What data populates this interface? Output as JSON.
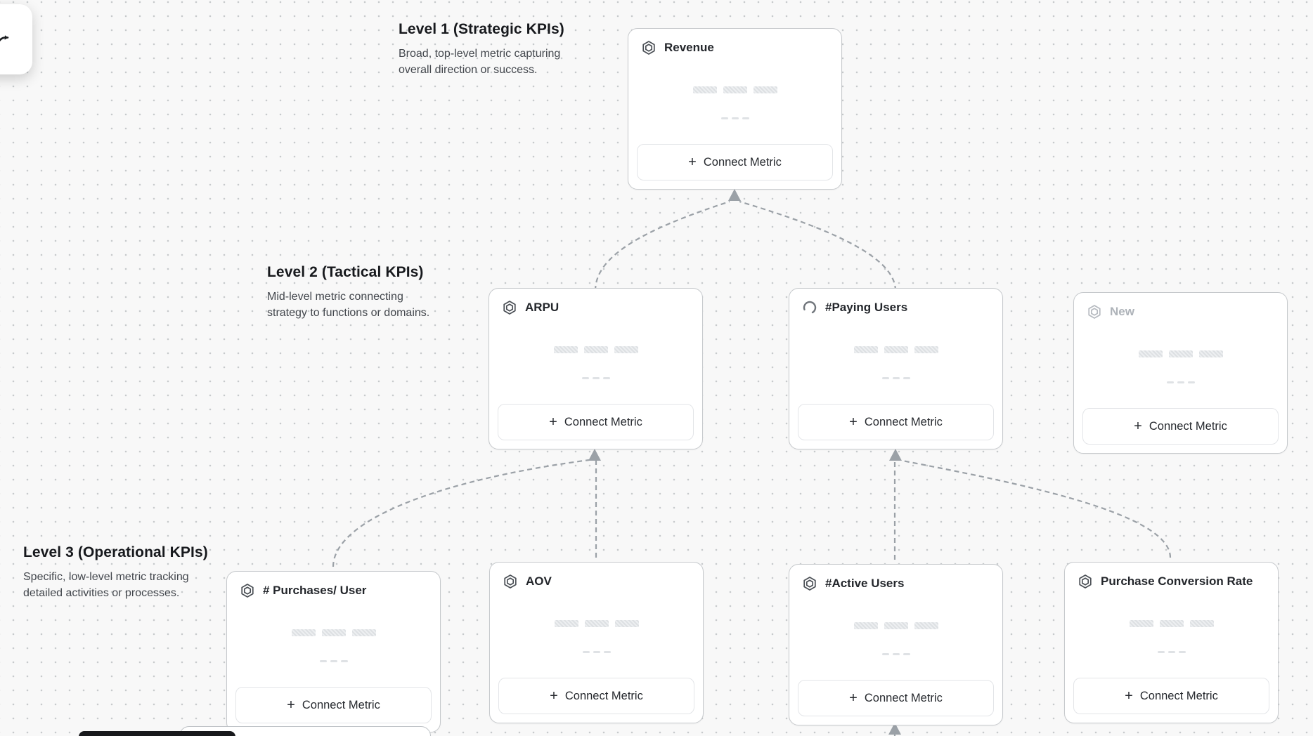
{
  "levels": [
    {
      "title": "Level 1 (Strategic KPIs)",
      "description": "Broad, top-level metric capturing overall direction or success."
    },
    {
      "title": "Level 2 (Tactical KPIs)",
      "description": "Mid-level metric connecting strategy to functions or domains."
    },
    {
      "title": "Level 3 (Operational KPIs)",
      "description": "Specific, low-level metric tracking detailed activities or processes."
    }
  ],
  "nodes": [
    {
      "title": "Revenue",
      "level": 1,
      "icon": "hexagon-metric-icon",
      "state": "default",
      "connect_label": "Connect Metric",
      "plus": "+"
    },
    {
      "title": "ARPU",
      "level": 2,
      "icon": "hexagon-metric-icon",
      "state": "default",
      "connect_label": "Connect Metric",
      "plus": "+"
    },
    {
      "title": "#Paying Users",
      "level": 2,
      "icon": "loading-spinner-icon",
      "state": "loading",
      "connect_label": "Connect Metric",
      "plus": "+"
    },
    {
      "title": "New",
      "level": 2,
      "icon": "hexagon-metric-icon",
      "state": "draft",
      "connect_label": "Connect Metric",
      "plus": "+"
    },
    {
      "title": "# Purchases/ User",
      "level": 3,
      "icon": "hexagon-metric-icon",
      "state": "default",
      "connect_label": "Connect Metric",
      "plus": "+"
    },
    {
      "title": "AOV",
      "level": 3,
      "icon": "hexagon-metric-icon",
      "state": "default",
      "connect_label": "Connect Metric",
      "plus": "+"
    },
    {
      "title": "#Active Users",
      "level": 3,
      "icon": "hexagon-metric-icon",
      "state": "default",
      "connect_label": "Connect Metric",
      "plus": "+"
    },
    {
      "title": "Purchase Conversion Rate",
      "level": 3,
      "icon": "hexagon-metric-icon",
      "state": "default",
      "connect_label": "Connect Metric",
      "plus": "+"
    }
  ],
  "edges": [
    {
      "from": "ARPU",
      "to": "Revenue"
    },
    {
      "from": "#Paying Users",
      "to": "Revenue"
    },
    {
      "from": "# Purchases/ User",
      "to": "ARPU"
    },
    {
      "from": "AOV",
      "to": "ARPU"
    },
    {
      "from": "#Active Users",
      "to": "#Paying Users"
    },
    {
      "from": "Purchase Conversion Rate",
      "to": "#Paying Users"
    },
    {
      "from": "(node below viewport)",
      "to": "#Active Users"
    }
  ],
  "colors": {
    "canvas_background": "#f8f8f8",
    "grid_dot": "#c7cacc",
    "card_border": "#c6c9cc",
    "edge": "#9ba1a7",
    "title_text": "#23262b",
    "muted_text": "#aeb3b9",
    "toolbar_dark": "#18191c"
  }
}
